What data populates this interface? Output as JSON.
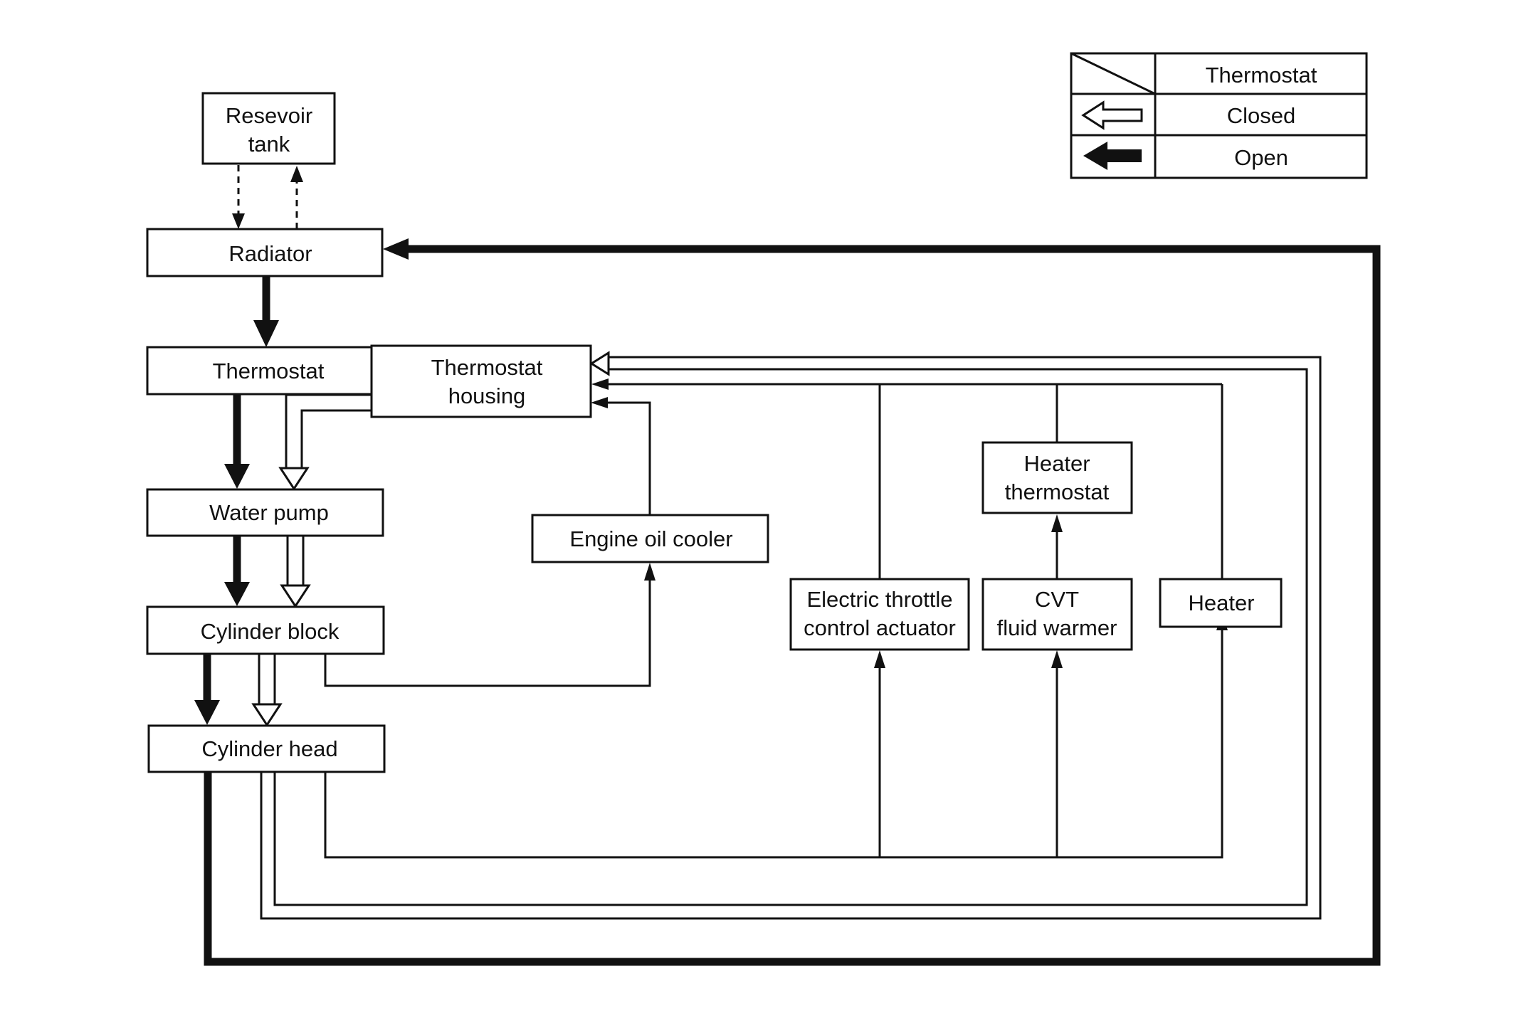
{
  "blocks": {
    "reservoir": {
      "line1": "Resevoir",
      "line2": "tank"
    },
    "radiator": "Radiator",
    "thermostat": "Thermostat",
    "thermostat_housing": {
      "line1": "Thermostat",
      "line2": "housing"
    },
    "water_pump": "Water pump",
    "cylinder_block": "Cylinder block",
    "cylinder_head": "Cylinder head",
    "engine_oil_cooler": "Engine oil cooler",
    "electric_throttle": {
      "line1": "Electric throttle",
      "line2": "control actuator"
    },
    "heater_thermostat": {
      "line1": "Heater",
      "line2": "thermostat"
    },
    "cvt_warmer": {
      "line1": "CVT",
      "line2": "fluid warmer"
    },
    "heater": "Heater"
  },
  "legend": {
    "header": "Thermostat",
    "closed": "Closed",
    "open": "Open",
    "closed_symbol": "hollow-arrow",
    "open_symbol": "solid-arrow"
  },
  "colors": {
    "line": "#111111",
    "background": "#ffffff"
  }
}
